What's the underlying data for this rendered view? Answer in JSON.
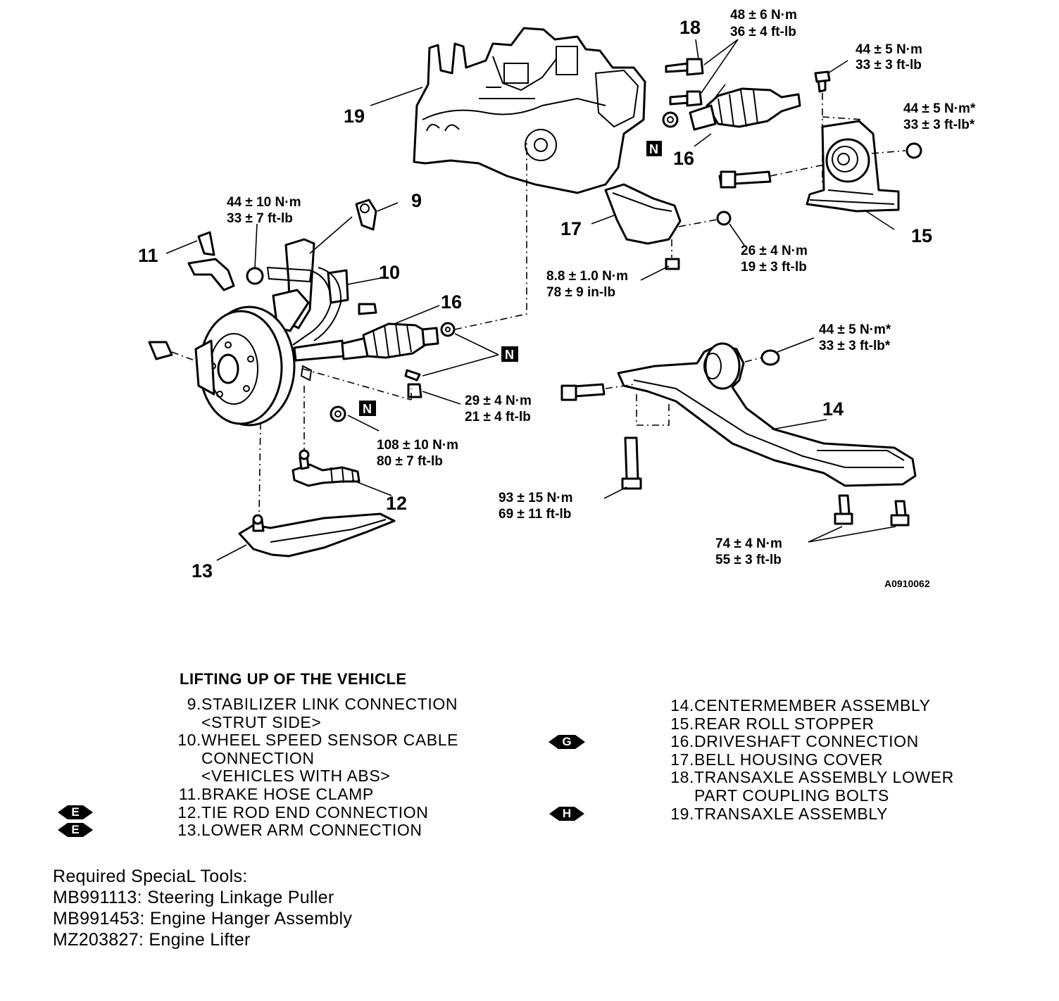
{
  "callouts": {
    "c9": "9",
    "c10": "10",
    "c11": "11",
    "c12": "12",
    "c13": "13",
    "c14": "14",
    "c15": "15",
    "c16a": "16",
    "c16b": "16",
    "c17": "17",
    "c18": "18",
    "c19": "19"
  },
  "torques": {
    "t18": [
      "48 ± 6 N·m",
      "36 ± 4 ft-lb"
    ],
    "t15top": [
      "44 ± 5 N·m",
      "33 ± 3 ft-lb"
    ],
    "t15side": [
      "44 ± 5 N·m*",
      "33 ± 3 ft-lb*"
    ],
    "t9": [
      "44 ± 10 N·m",
      "33 ± 7 ft-lb"
    ],
    "t17a": [
      "26 ± 4 N·m",
      "19 ± 3 ft-lb"
    ],
    "t17b": [
      "8.8 ± 1.0 N·m",
      "78 ± 9 in-lb"
    ],
    "t14top": [
      "44 ± 5 N·m*",
      "33 ± 3 ft-lb*"
    ],
    "t16": [
      "29 ± 4 N·m",
      "21 ± 4 ft-lb"
    ],
    "t13": [
      "108 ± 10 N·m",
      "80 ± 7 ft-lb"
    ],
    "t14bolt": [
      "93 ± 15 N·m",
      "69 ± 11 ft-lb"
    ],
    "t14rear": [
      "74 ± 4 N·m",
      "55 ± 3 ft-lb"
    ]
  },
  "badges": {
    "n1": "N",
    "n2": "N",
    "n3": "N"
  },
  "figure_id": "A0910062",
  "legend": {
    "title": "LIFTING UP OF THE VEHICLE",
    "left": [
      {
        "num": "9.",
        "lines": [
          "STABILIZER LINK CONNECTION",
          "<STRUT SIDE>"
        ]
      },
      {
        "num": "10.",
        "lines": [
          "WHEEL SPEED SENSOR CABLE",
          "CONNECTION",
          "<VEHICLES WITH ABS>"
        ]
      },
      {
        "num": "11.",
        "lines": [
          "BRAKE HOSE CLAMP"
        ]
      },
      {
        "num": "12.",
        "lines": [
          "TIE ROD END CONNECTION"
        ]
      },
      {
        "num": "13.",
        "lines": [
          "LOWER ARM CONNECTION"
        ]
      }
    ],
    "right": [
      {
        "num": "14.",
        "lines": [
          "CENTERMEMBER ASSEMBLY"
        ]
      },
      {
        "num": "15.",
        "lines": [
          "REAR ROLL STOPPER"
        ]
      },
      {
        "num": "16.",
        "lines": [
          "DRIVESHAFT CONNECTION"
        ]
      },
      {
        "num": "17.",
        "lines": [
          "BELL HOUSING COVER"
        ]
      },
      {
        "num": "18.",
        "lines": [
          "TRANSAXLE ASSEMBLY LOWER",
          "PART COUPLING BOLTS"
        ]
      },
      {
        "num": "19.",
        "lines": [
          "TRANSAXLE ASSEMBLY"
        ]
      }
    ],
    "marks": {
      "m12": "E",
      "m13": "E",
      "m16": "G",
      "m19": "H"
    }
  },
  "tools": {
    "heading": "Required SpeciaL Tools:",
    "items": [
      "MB991113: Steering Linkage Puller",
      "MB991453: Engine Hanger Assembly",
      "MZ203827: Engine Lifter"
    ]
  }
}
